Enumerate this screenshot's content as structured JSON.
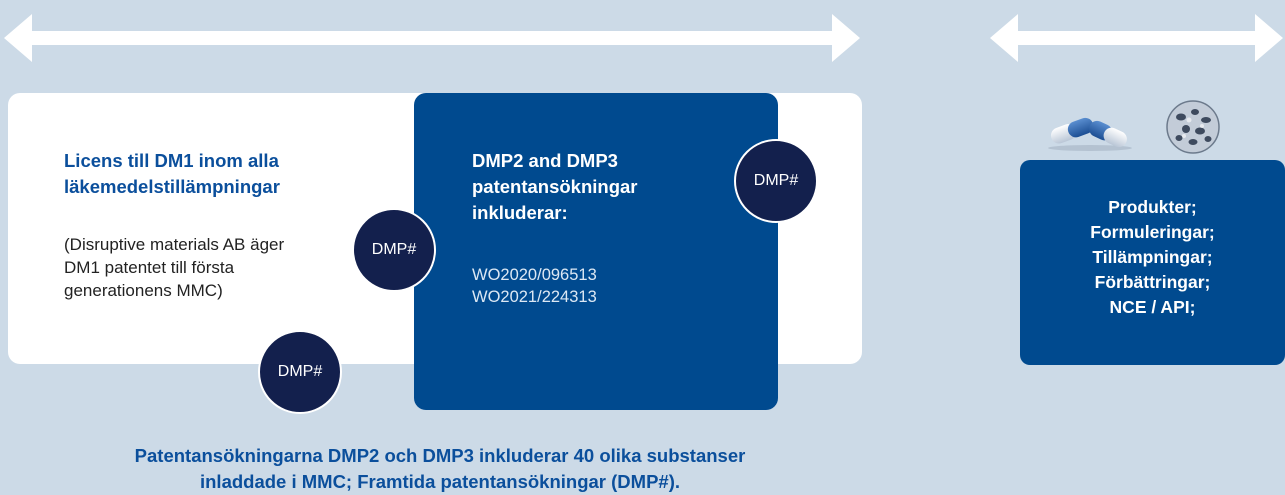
{
  "licens": {
    "title": "Licens till DM1 inom alla läkemedelstillämpningar",
    "note": "(Disruptive materials AB äger DM1 patentet till första generationens MMC)"
  },
  "dmp": {
    "title": "DMP2 and DMP3 patentansökningar inkluderar:",
    "patents": [
      "WO2020/096513",
      "WO2021/224313"
    ]
  },
  "badges": {
    "badge_top_right": "DMP#",
    "badge_middle": "DMP#",
    "badge_bottom": "DMP#"
  },
  "right_panel": {
    "lines": [
      "Produkter;",
      "Formuleringar;",
      "Tillämpningar;",
      "Förbättringar;",
      "NCE / API;"
    ]
  },
  "footer": {
    "line1": "Patentansökningarna DMP2 och DMP3 inkluderar 40 olika substanser",
    "line2": "inladdade i MMC; Framtida patentansökningar (DMP#)."
  },
  "icons": {
    "left_arrow": "double-headed-arrow-icon",
    "right_arrow": "double-headed-arrow-icon",
    "capsules": "capsules-icon",
    "particle": "porous-particle-icon"
  },
  "colors": {
    "background": "#ccdae7",
    "panel_blue": "#004a8f",
    "badge_navy": "#13204d",
    "text_blue": "#0b4f9c"
  }
}
